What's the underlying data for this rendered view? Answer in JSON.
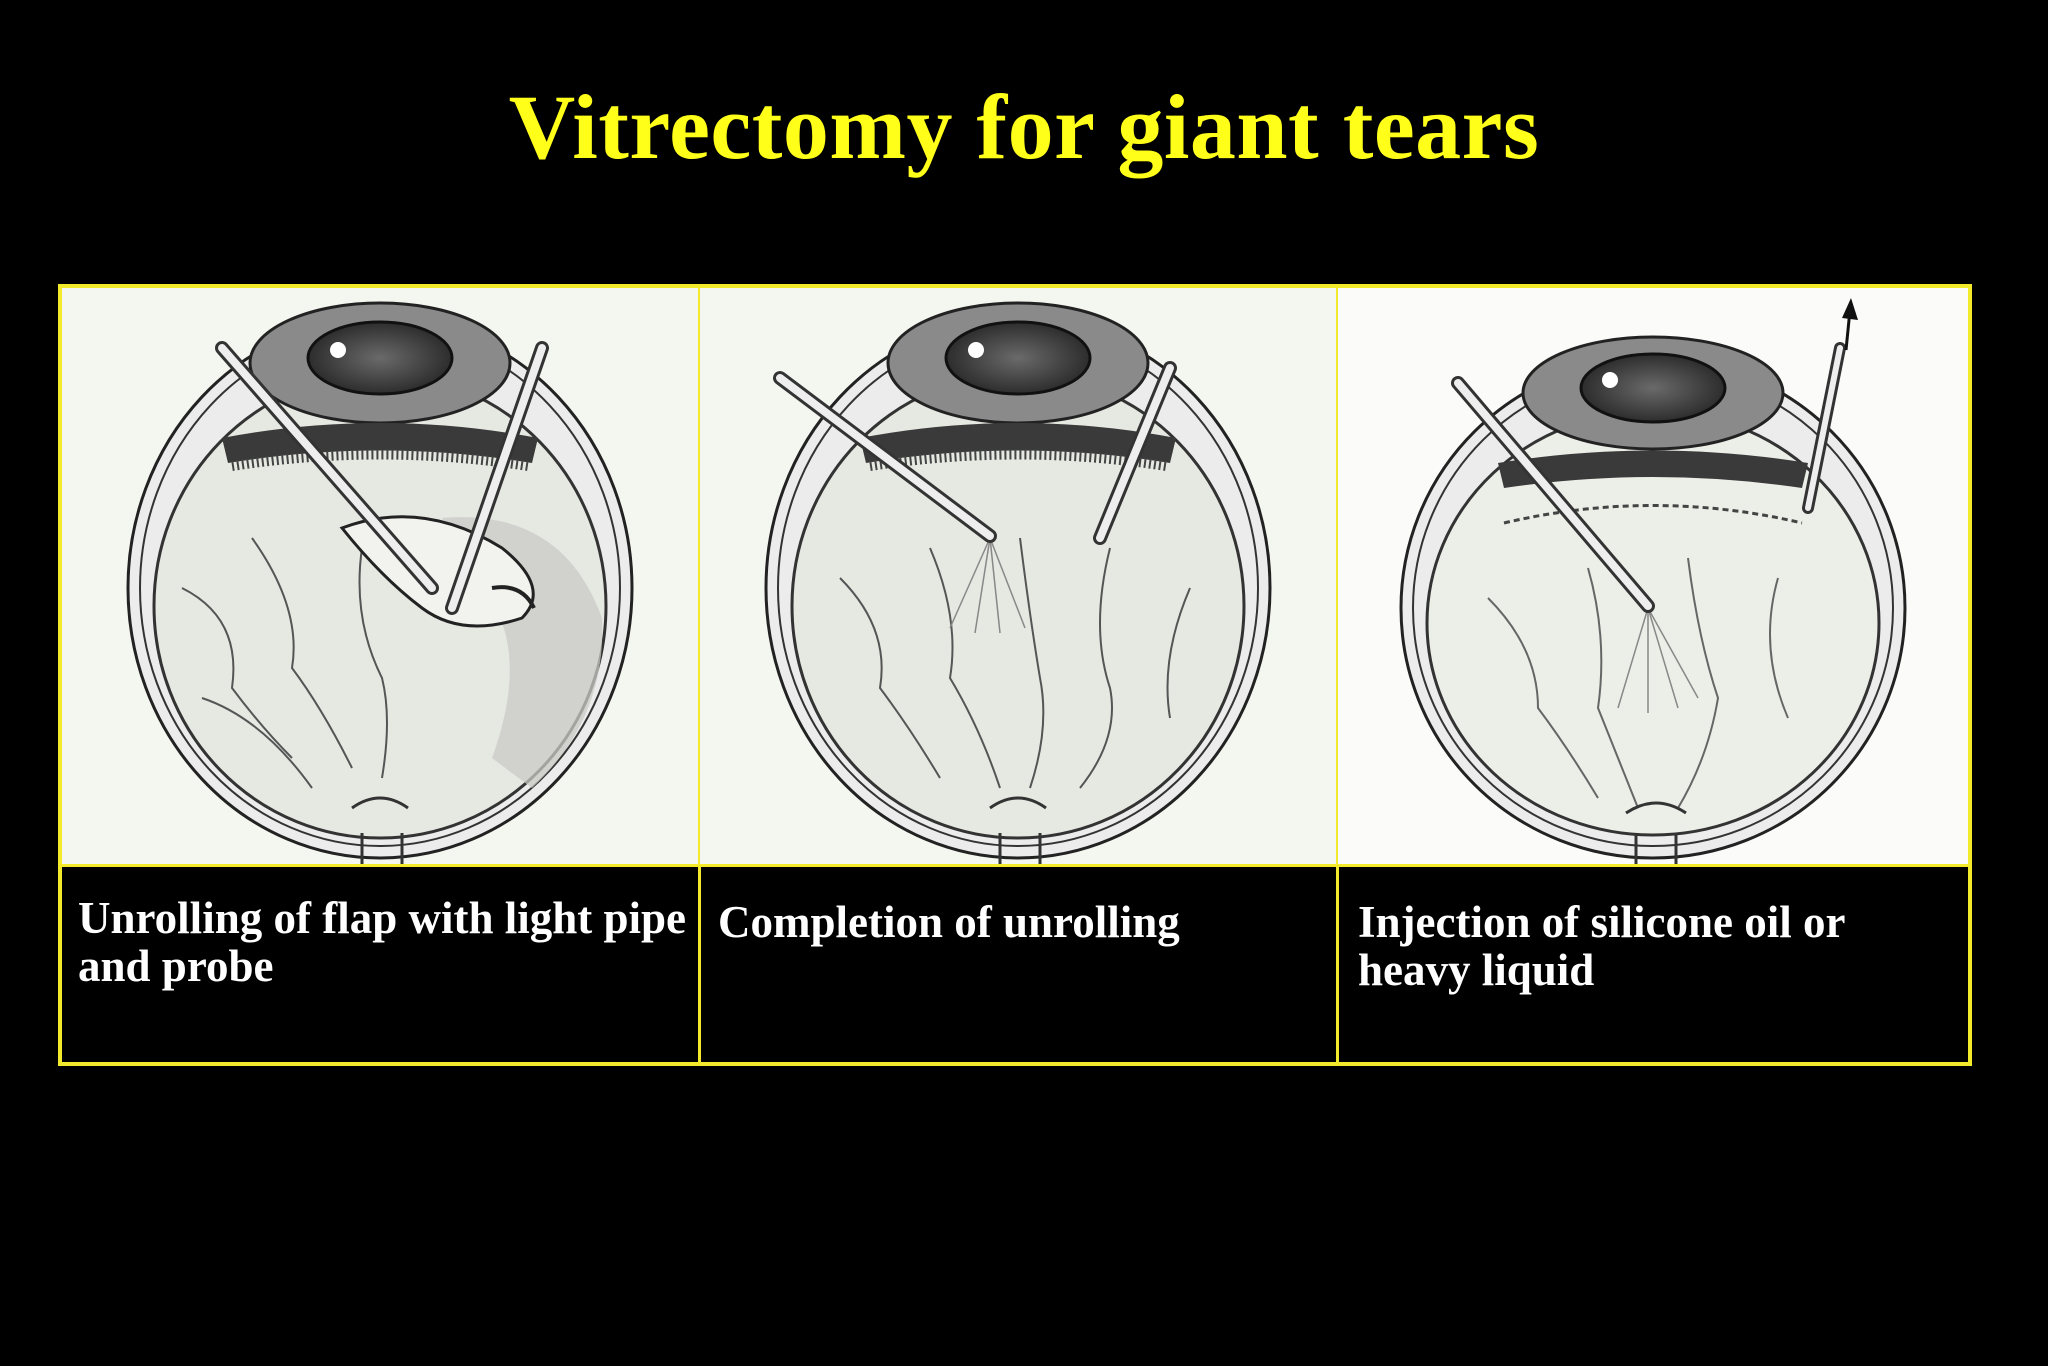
{
  "slide": {
    "title": "Vitrectomy for giant tears"
  },
  "panels": [
    {
      "caption": "Unrolling of flap with light pipe and probe",
      "illustration": "eye-cross-section-flap-unrolling"
    },
    {
      "caption": "Completion of unrolling",
      "illustration": "eye-cross-section-unrolled-retina"
    },
    {
      "caption": "Injection of silicone oil or heavy liquid",
      "illustration": "eye-cross-section-silicone-oil-injection"
    }
  ],
  "colors": {
    "background": "#000000",
    "title": "#ffff1a",
    "frame": "#f2ea2a",
    "caption": "#ffffff",
    "illustration_bg": "#f4f6f0"
  }
}
